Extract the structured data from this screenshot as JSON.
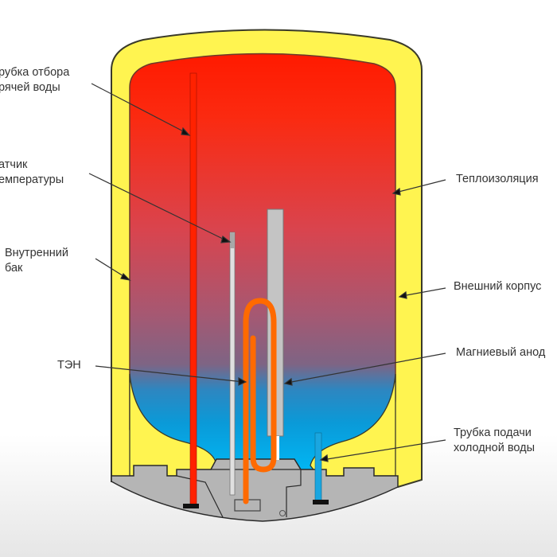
{
  "title": "Устройство водонагревателя",
  "colors": {
    "hot_water": "#ff1a00",
    "mid_water": "#9b5a7a",
    "cold_water": "#00b4f0",
    "insulation": "#fff450",
    "casing_outline": "#3a3a2a",
    "hot_pipe": "#ff2200",
    "cold_pipe": "#1aa6e0",
    "heating_element": "#ff6a00",
    "anode": "#c4c4c4",
    "base": "#b5b5b5",
    "sensor": "#d8d8d8"
  },
  "labels": {
    "hot_water_pipe": [
      "рубка отбора",
      "рячей воды"
    ],
    "temperature_sensor": [
      "атчик",
      "емпературы"
    ],
    "inner_tank": [
      "Внутренний",
      "бак"
    ],
    "heating_element": [
      "ТЭН"
    ],
    "thermal_insulation": [
      "Теплоизоляция"
    ],
    "outer_casing": [
      "Внешний корпус"
    ],
    "magnesium_anode": [
      "Магниевый анод"
    ],
    "cold_water_pipe": [
      "Трубка подачи",
      "холодной воды"
    ]
  }
}
